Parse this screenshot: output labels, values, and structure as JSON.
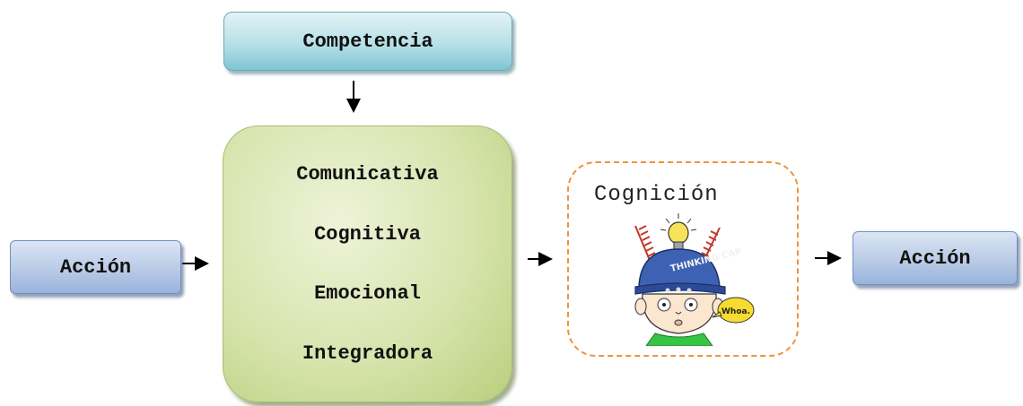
{
  "competencia": "Competencia",
  "types": [
    "Comunicativa",
    "Cognitiva",
    "Emocional",
    "Integradora"
  ],
  "accion_left": "Acción",
  "accion_right": "Acción",
  "cognicion": "Cognición",
  "cap_text": "THINKING CAP",
  "bubble_text": "Whoa.",
  "colors": {
    "competencia_box": "#b7e0e8",
    "types_box": "#d7e4ad",
    "accion_box": "#b9cbe6",
    "dashed_border": "#f0923e"
  }
}
